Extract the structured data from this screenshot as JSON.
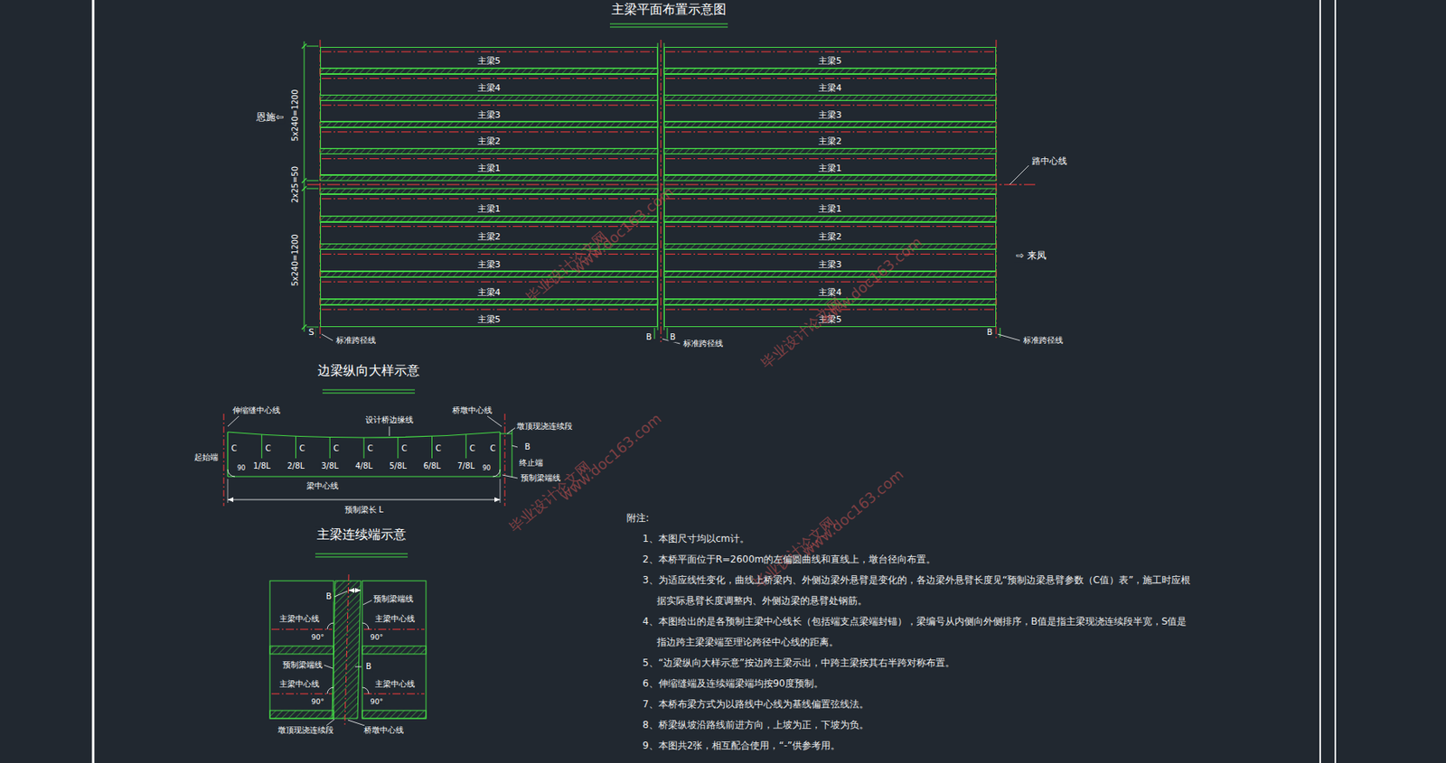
{
  "diagram": {
    "title": "主梁平面布置示意图",
    "nodes": [
      {
        "text": [
          "主梁5"
        ]
      },
      {
        "text": [
          "主梁5"
        ]
      },
      {
        "text": [
          "主梁4"
        ]
      },
      {
        "text": [
          "主梁4"
        ]
      },
      {
        "text": [
          "主梁3"
        ]
      },
      {
        "text": [
          "主梁3"
        ]
      },
      {
        "text": [
          "主梁2"
        ]
      },
      {
        "text": [
          "主梁2"
        ]
      },
      {
        "text": [
          "主梁1"
        ]
      },
      {
        "text": [
          "主梁1"
        ]
      },
      {
        "text": [
          "主梁1"
        ]
      },
      {
        "text": [
          "主梁1"
        ]
      },
      {
        "text": [
          "主梁2"
        ]
      },
      {
        "text": [
          "主梁2"
        ]
      },
      {
        "text": [
          "主梁3"
        ]
      },
      {
        "text": [
          "主梁3"
        ]
      },
      {
        "text": [
          "主梁4"
        ]
      },
      {
        "text": [
          "主梁4"
        ]
      },
      {
        "text": [
          "主梁5"
        ]
      },
      {
        "text": [
          "主梁5"
        ]
      }
    ],
    "labels": [
      "5x240=1200",
      "2x25=50",
      "5x240=1200",
      "恩施⇦",
      "路中心线",
      "⇨ 来凤",
      "S",
      "标准跨径线",
      "B",
      "B",
      "标准跨径线",
      "B",
      "标准跨径线",
      "边梁纵向大样示意",
      "伸缩缝中心线",
      "设计桥边缘线",
      "桥墩中心线",
      "墩顶现浇连续段",
      "起始端",
      "C",
      "C",
      "C",
      "C",
      "C",
      "C",
      "C",
      "C",
      "C",
      "1/8L",
      "2/8L",
      "3/8L",
      "4/8L",
      "5/8L",
      "6/8L",
      "7/8L",
      "B",
      "终止端",
      "预制梁端线",
      "梁中心线",
      "预制梁长 L",
      "90",
      "90",
      "主梁连续端示意",
      "B",
      "预制梁端线",
      "主梁中心线",
      "90°",
      "90°",
      "主梁中心线",
      "预制梁端线",
      "B",
      "主梁中心线",
      "90°",
      "90°",
      "主梁中心线",
      "墩顶现浇连续段",
      "桥墩中心线",
      "附注:",
      "1、本图尺寸均以cm计。",
      "2、本桥平面位于R=2600m的左偏圆曲线和直线上，墩台径向布置。",
      "3、为适应线性变化，曲线上桥梁内、外侧边梁外悬臂是变化的，各边梁外悬臂长度见“预制边梁悬臂参数（C值）表”，施工时应根据实际悬臂长度调整内、外侧边梁的悬臂处钢筋。",
      "4、本图给出的是各预制主梁中心线长（包括端支点梁端封锚），梁编号从内侧向外侧排序，B值是指主梁现浇连续段半宽，S值是指边跨主梁梁端至理论跨径中心线的距离。",
      "5、“边梁纵向大样示意”按边跨主梁示出，中跨主梁按其右半跨对称布置。",
      "6、伸缩缝端及连续端梁端均按90度预制。",
      "7、本桥布梁方式为以路线中心线为基线偏置弦线法。",
      "8、桥梁纵坡沿路线前进方向，上坡为正，下坡为负。",
      "9、本图共2张，相互配合使用，“-”供参考用。",
      "毕业设计论文网",
      "www.doc163.com",
      "毕业设计论文网",
      "www.doc163.com",
      "毕业设计论文网",
      "www.doc163.com",
      "毕业设计论文网",
      "www.doc163.com"
    ]
  }
}
